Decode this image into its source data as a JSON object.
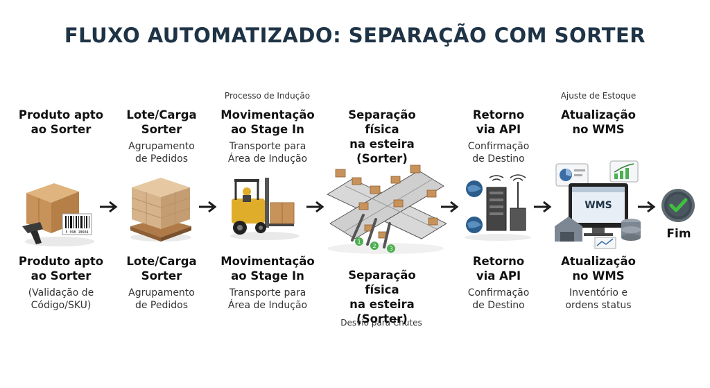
{
  "title": "FLUXO AUTOMATIZADO: SEPARAÇÃO COM SORTER",
  "notes": {
    "inducao": "Processo de Indução",
    "estoque": "Ajuste de Estoque",
    "desvio": "Desvio para Chutes"
  },
  "top_steps": [
    {
      "head1": "Produto apto",
      "head2": "ao Sorter",
      "head3": "",
      "sub1": "",
      "sub2": ""
    },
    {
      "head1": "Lote/Carga",
      "head2": "Sorter",
      "head3": "",
      "sub1": "Agrupamento",
      "sub2": "de Pedidos"
    },
    {
      "head1": "Movimentação",
      "head2": "ao Stage In",
      "head3": "",
      "sub1": "Transporte para",
      "sub2": "Área de Indução"
    },
    {
      "head1": "Separação física",
      "head2": "na esteira",
      "head3": "(Sorter)",
      "sub1": "",
      "sub2": ""
    },
    {
      "head1": "Retorno",
      "head2": "via API",
      "head3": "",
      "sub1": "Confirmação",
      "sub2": "de Destino"
    },
    {
      "head1": "Atualização",
      "head2": "no WMS",
      "head3": "",
      "sub1": "",
      "sub2": ""
    }
  ],
  "bottom_steps": [
    {
      "head1": "Produto apto",
      "head2": "ao Sorter",
      "head3": "",
      "sub1": "(Validação de",
      "sub2": "Código/SKU)"
    },
    {
      "head1": "Lote/Carga",
      "head2": "Sorter",
      "head3": "",
      "sub1": "Agrupamento",
      "sub2": "de Pedidos"
    },
    {
      "head1": "Movimentação",
      "head2": "ao Stage In",
      "head3": "",
      "sub1": "Transporte para",
      "sub2": "Área de Indução"
    },
    {
      "head1": "Separação física",
      "head2": "na esteira",
      "head3": "(Sorter)",
      "sub1": "",
      "sub2": ""
    },
    {
      "head1": "Retorno",
      "head2": "via API",
      "head3": "",
      "sub1": "Confirmação",
      "sub2": "de Destino"
    },
    {
      "head1": "Atualização",
      "head2": "no WMS",
      "head3": "",
      "sub1": "Inventório e",
      "sub2": "ordens status"
    }
  ],
  "icons": {
    "barcode_text": "5 098 18604",
    "wms_label": "WMS",
    "chute_numbers": [
      "1",
      "2",
      "3"
    ]
  },
  "end_label": "Fim",
  "colors": {
    "title": "#1e3346",
    "arrow": "#1a1a1a",
    "check": "#3fbf3f",
    "box": "#c8935a"
  }
}
